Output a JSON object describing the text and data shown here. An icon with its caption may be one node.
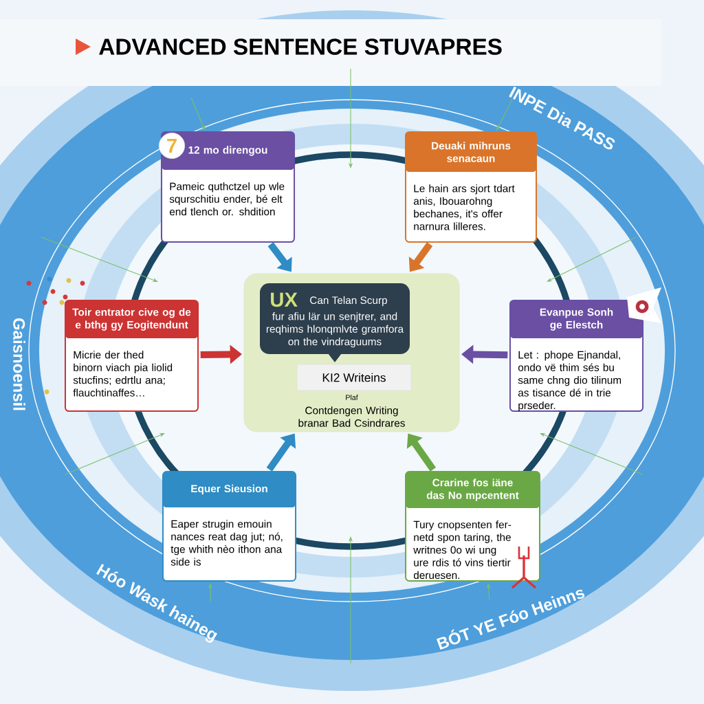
{
  "diagram": {
    "title": "ADVANCED SENTENCE STUVAPRES",
    "nodes": [
      {
        "text": [
          "12 mo direngou",
          "Pameic quthctzel up wle squrschitiu ender, bé elt end tlench or. shdition"
        ]
      },
      {
        "text": [
          "Deuaki mihruns senacaun",
          "Le hain ars sjort tdart anis, Ibouarohng bechanes, it's offer narnura lilleres."
        ]
      },
      {
        "text": [
          "Toir entrator cive og de e bthg gy Eogitendunt",
          "Micrie der thed binorn viach pia liolid stucfins; edrtlu ana; flauchtinaffes…"
        ]
      },
      {
        "text": [
          "Plaf",
          "Contdengen Writing branar Bad Csindrares"
        ]
      },
      {
        "text": [
          "UX",
          "Can Telan Scurp",
          "fur afiu lär un senjtrer, and reqhims hlonqmlvte gramfora on the vindraguums"
        ],
        "in": 3
      },
      {
        "text": [
          "KI2 Writeins"
        ],
        "in": 3
      },
      {
        "text": [
          "Evanpue Sonh ge Elestch",
          "Let : phope Ejnandal, ondo vë thim sés bu same chng dio tilinum as tisance dé in trie prseder."
        ]
      },
      {
        "text": [
          "Equer Sieusion",
          "Eaper strugin emouin nances reat dag jut; nó, tge whith nèo ithon ana side is"
        ]
      },
      {
        "text": [
          "Crarine fos iäne das No mpcentent",
          "Tury cnopsenten fer- netd spon taring, the writnes 0o wi ung ure rdis tó vins tiertir deruesen."
        ]
      }
    ],
    "edges": [
      {
        "from": 0,
        "to": 3,
        "arrow": "to",
        "color": "#2f8cc4"
      },
      {
        "from": 1,
        "to": 3,
        "arrow": "to",
        "color": "#d9742a"
      },
      {
        "from": 2,
        "to": 3,
        "arrow": "to",
        "color": "#cc3333"
      },
      {
        "from": 6,
        "to": 3,
        "arrow": "to",
        "color": "#6a4fa3"
      },
      {
        "from": 7,
        "to": 3,
        "arrow": "to",
        "color": "#2f8cc4"
      },
      {
        "from": 8,
        "to": 3,
        "arrow": "to",
        "color": "#6aa845"
      }
    ],
    "labels": [
      "7",
      "INPE Dia PASS",
      "Gaisnoensil",
      "Hóo Wask haineg",
      "BÓT YE Fóo Heinns"
    ]
  }
}
